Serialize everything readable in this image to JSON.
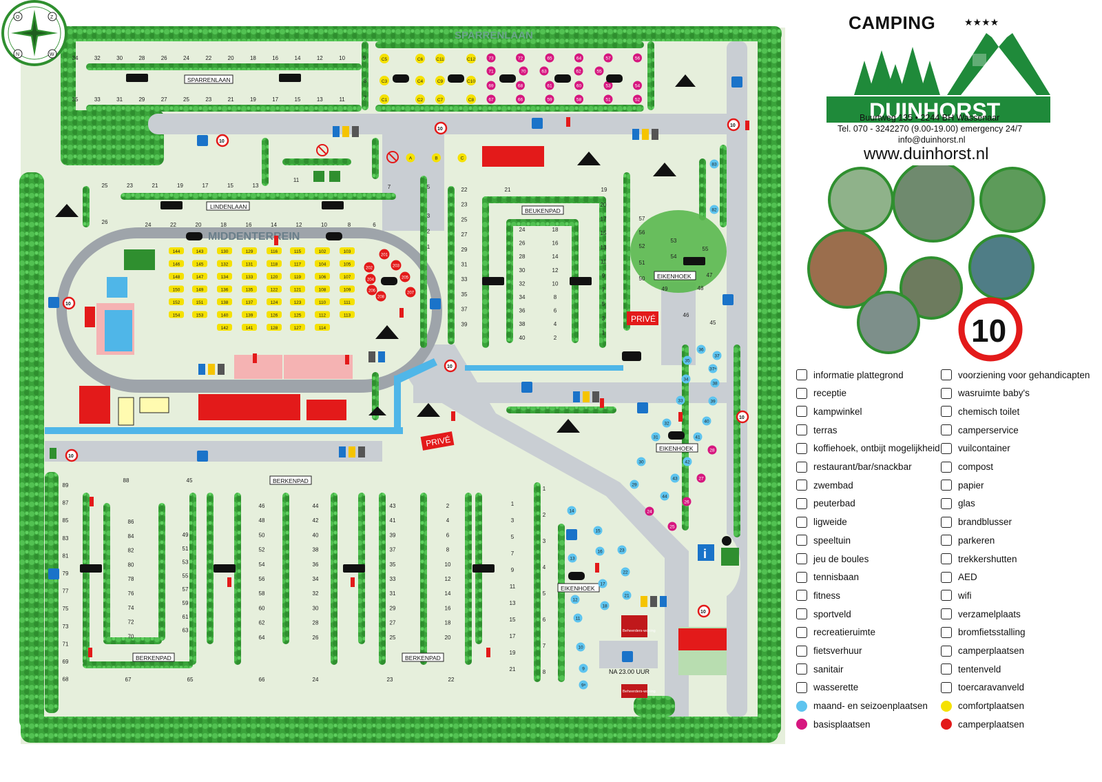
{
  "brand": {
    "camping": "CAMPING",
    "stars": "★★★★",
    "name": "DUINHORST",
    "address": "Buurtweg 135 • 2244 BH Wassenaar",
    "phone": "Tel. 070 - 3242270 (9.00-19.00) emergency 24/7",
    "email": "info@duinhorst.nl",
    "website": "www.duinhorst.nl",
    "speed_sign": "10"
  },
  "compass": [
    "O",
    "Z",
    "N",
    "W"
  ],
  "colors": {
    "hedge": "#3aa33a",
    "hedge_dark": "#1e7d1e",
    "grass": "#e6efdc",
    "road": "#c9ced3",
    "water": "#4fb6e8",
    "seasonal": "#5ec4ef",
    "basic": "#d6177f",
    "comfort": "#f5e100",
    "camper": "#e31a1a",
    "brand_green": "#1f8a3a"
  },
  "streets": {
    "sparrenlaan_top": "SPARRENLAAN",
    "sparrenlaan": "SPARRENLAAN",
    "lindenlaan": "LINDENLAAN",
    "middenterrein": "MIDDENTERREIN",
    "beukenpad": "BEUKENPAD",
    "eikenhoek_1": "EIKENHOEK",
    "eikenhoek_2": "EIKENHOEK",
    "eikenhoek_3": "EIKENHOEK",
    "berkenpad_1": "BERKENPAD",
    "berkenpad_2": "BERKENPAD",
    "berkenpad_3": "BERKENPAD",
    "prive_1": "PRIVÉ",
    "prive_2": "PRIVÉ",
    "na_2300": "NA 23.00 UUR",
    "beheerders_1": "Beheerders-woning",
    "beheerders_2": "Beheerders-woning",
    "speed": "10"
  },
  "pitch_numbers": {
    "sparren_top": [
      "34",
      "32",
      "30",
      "28",
      "26",
      "24",
      "22",
      "20",
      "18",
      "16",
      "14",
      "12",
      "10",
      "9"
    ],
    "sparren_bottom": [
      "35",
      "33",
      "31",
      "29",
      "27",
      "25",
      "23",
      "21",
      "19",
      "17",
      "15",
      "13",
      "11"
    ],
    "sparren_side": [
      "8",
      "7"
    ],
    "c_top": [
      "C5",
      "C6",
      "C11",
      "C12"
    ],
    "c_mid": [
      "C3",
      "C4",
      "C9",
      "C10"
    ],
    "c_bot": [
      "C1",
      "C2",
      "C7",
      "C8"
    ],
    "basic_top": [
      "73",
      "72",
      "65",
      "64",
      "57",
      "56"
    ],
    "basic_r2": [
      "71",
      "70",
      "63",
      "62",
      "55"
    ],
    "basic_r3": [
      "69",
      "68",
      "61",
      "60",
      "53",
      "54"
    ],
    "basic_r4": [
      "67",
      "66",
      "59",
      "58",
      "51",
      "52"
    ],
    "comfort_abc": [
      "A",
      "B",
      "C"
    ],
    "linden_top": [
      "25",
      "23",
      "21",
      "19",
      "17",
      "15",
      "13"
    ],
    "linden_bot": [
      "24",
      "22",
      "20",
      "18",
      "16",
      "14",
      "12",
      "10",
      "8",
      "6"
    ],
    "linden_side": [
      "26",
      "11",
      "7",
      "5"
    ],
    "mid_cols": [
      [
        "144",
        "146",
        "148",
        "150",
        "152",
        "154"
      ],
      [
        "143",
        "145",
        "147",
        "149",
        "151",
        "153"
      ],
      [
        "130",
        "132",
        "134",
        "136",
        "138",
        "140",
        "142"
      ],
      [
        "129",
        "131",
        "133",
        "135",
        "137",
        "139",
        "141"
      ],
      [
        "116",
        "118",
        "120",
        "122",
        "124",
        "126",
        "128"
      ],
      [
        "115",
        "117",
        "119",
        "121",
        "123",
        "125",
        "127"
      ],
      [
        "102",
        "104",
        "106",
        "108",
        "110",
        "112",
        "114"
      ],
      [
        "103",
        "105",
        "107",
        "109",
        "111",
        "113"
      ]
    ],
    "camper_ring": [
      "201",
      "202",
      "203",
      "204",
      "205",
      "206",
      "207",
      "208"
    ],
    "beuken_left": [
      "3",
      "2",
      "1"
    ],
    "beuken_c1": [
      "22",
      "23",
      "25",
      "27",
      "29",
      "31",
      "33",
      "35",
      "37",
      "39"
    ],
    "beuken_c2": [
      "24",
      "26",
      "28",
      "30",
      "32",
      "34",
      "36",
      "38",
      "40"
    ],
    "beuken_c3": [
      "18",
      "16",
      "14",
      "12",
      "10",
      "8",
      "6",
      "4",
      "2"
    ],
    "beuken_c4": [
      "20",
      "17",
      "15",
      "13",
      "11",
      "9",
      "7",
      "5",
      "3",
      "1"
    ],
    "beuken_top": [
      "21",
      "19"
    ],
    "eiken_top": [
      "57",
      "56",
      "52",
      "51",
      "50",
      "53",
      "54",
      "55",
      "47",
      "49",
      "48",
      "46",
      "45"
    ],
    "eiken_right": [
      "83",
      "82"
    ],
    "east_blue": [
      "36",
      "37",
      "35",
      "37ᵃ",
      "38",
      "34",
      "33",
      "39",
      "32",
      "40",
      "31",
      "41",
      "30",
      "42",
      "29",
      "43",
      "44"
    ],
    "east_pink": [
      "28",
      "27",
      "26",
      "24",
      "25"
    ],
    "bottom_c0": [
      "89",
      "87",
      "85",
      "83",
      "81",
      "79",
      "77",
      "75",
      "73",
      "71",
      "69",
      "68"
    ],
    "bottom_c1": [
      "86",
      "84",
      "82",
      "80",
      "78",
      "76",
      "74",
      "72",
      "70"
    ],
    "bottom_c2": [
      "49",
      "51",
      "53",
      "55",
      "57",
      "59",
      "61",
      "63"
    ],
    "bottom_c3": [
      "46",
      "48",
      "50",
      "52",
      "54",
      "56",
      "58",
      "60",
      "62",
      "64"
    ],
    "bottom_c4": [
      "44",
      "42",
      "40",
      "38",
      "36",
      "34",
      "32",
      "30",
      "28",
      "26"
    ],
    "bottom_c5": [
      "43",
      "41",
      "39",
      "37",
      "35",
      "33",
      "31",
      "29",
      "27",
      "25"
    ],
    "bottom_c6": [
      "2",
      "4",
      "6",
      "8",
      "10",
      "12",
      "14",
      "16",
      "18",
      "20"
    ],
    "bottom_c7": [
      "1",
      "3",
      "5",
      "7",
      "9",
      "11",
      "13",
      "15",
      "17",
      "19",
      "21"
    ],
    "bottom_row": [
      "88",
      "45",
      "67",
      "65",
      "66",
      "24",
      "23",
      "22"
    ],
    "south_left": [
      "1",
      "2",
      "3",
      "4",
      "5",
      "6",
      "7",
      "8"
    ],
    "south_blue": [
      "14",
      "15",
      "16",
      "23",
      "13",
      "22",
      "17",
      "21",
      "12",
      "18",
      "11",
      "10",
      "9",
      "9ᵃ"
    ]
  },
  "legend": {
    "left": [
      {
        "icon": "info-icon",
        "label": "informatie plattegrond"
      },
      {
        "icon": "reception-icon",
        "label": "receptie"
      },
      {
        "icon": "shop-icon",
        "label": "kampwinkel"
      },
      {
        "icon": "terrace-icon",
        "label": "terras"
      },
      {
        "icon": "coffee-icon",
        "label": "koffiehoek, ontbijt mogelijkheid"
      },
      {
        "icon": "restaurant-icon",
        "label": "restaurant/bar/snackbar"
      },
      {
        "icon": "pool-icon",
        "label": "zwembad"
      },
      {
        "icon": "toddler-pool-icon",
        "label": "peuterbad"
      },
      {
        "icon": "lawn-icon",
        "label": "ligweide"
      },
      {
        "icon": "playground-icon",
        "label": "speeltuin"
      },
      {
        "icon": "boules-icon",
        "label": "jeu de boules"
      },
      {
        "icon": "tennis-icon",
        "label": "tennisbaan"
      },
      {
        "icon": "fitness-icon",
        "label": "fitness"
      },
      {
        "icon": "sports-field-icon",
        "label": "sportveld"
      },
      {
        "icon": "recreation-icon",
        "label": "recreatieruimte"
      },
      {
        "icon": "bike-rental-icon",
        "label": "fietsverhuur"
      },
      {
        "icon": "sanitary-icon",
        "label": "sanitair"
      },
      {
        "icon": "laundry-icon",
        "label": "wasserette"
      },
      {
        "icon": "seasonal-pitch-icon",
        "label": "maand- en seizoenplaatsen",
        "color": "#5ec4ef"
      },
      {
        "icon": "basic-pitch-icon",
        "label": "basisplaatsen",
        "color": "#d6177f"
      }
    ],
    "right": [
      {
        "icon": "wheelchair-icon",
        "label": "voorziening voor gehandicapten"
      },
      {
        "icon": "baby-room-icon",
        "label": "wasruimte baby's"
      },
      {
        "icon": "chemical-toilet-icon",
        "label": "chemisch toilet"
      },
      {
        "icon": "camper-service-icon",
        "label": "camperservice"
      },
      {
        "icon": "waste-container-icon",
        "label": "vuilcontainer"
      },
      {
        "icon": "compost-icon",
        "label": "compost"
      },
      {
        "icon": "paper-icon",
        "label": "papier"
      },
      {
        "icon": "glass-icon",
        "label": "glas"
      },
      {
        "icon": "fire-extinguisher-icon",
        "label": "brandblusser"
      },
      {
        "icon": "parking-icon",
        "label": "parkeren"
      },
      {
        "icon": "hiker-cabin-icon",
        "label": "trekkershutten"
      },
      {
        "icon": "aed-icon",
        "label": "AED"
      },
      {
        "icon": "wifi-icon",
        "label": "wifi"
      },
      {
        "icon": "assembly-point-icon",
        "label": "verzamelplaats"
      },
      {
        "icon": "moped-icon",
        "label": "bromfietsstalling"
      },
      {
        "icon": "camper-pitch-icon",
        "label": "camperplaatsen"
      },
      {
        "icon": "tent-field-icon",
        "label": "tentenveld"
      },
      {
        "icon": "touring-caravan-icon",
        "label": "toercaravanveld"
      },
      {
        "icon": "comfort-pitch-icon",
        "label": "comfortplaatsen",
        "color": "#f5e100"
      },
      {
        "icon": "camper-pitch-dot-icon",
        "label": "camperplaatsen",
        "color": "#e31a1a"
      }
    ]
  }
}
